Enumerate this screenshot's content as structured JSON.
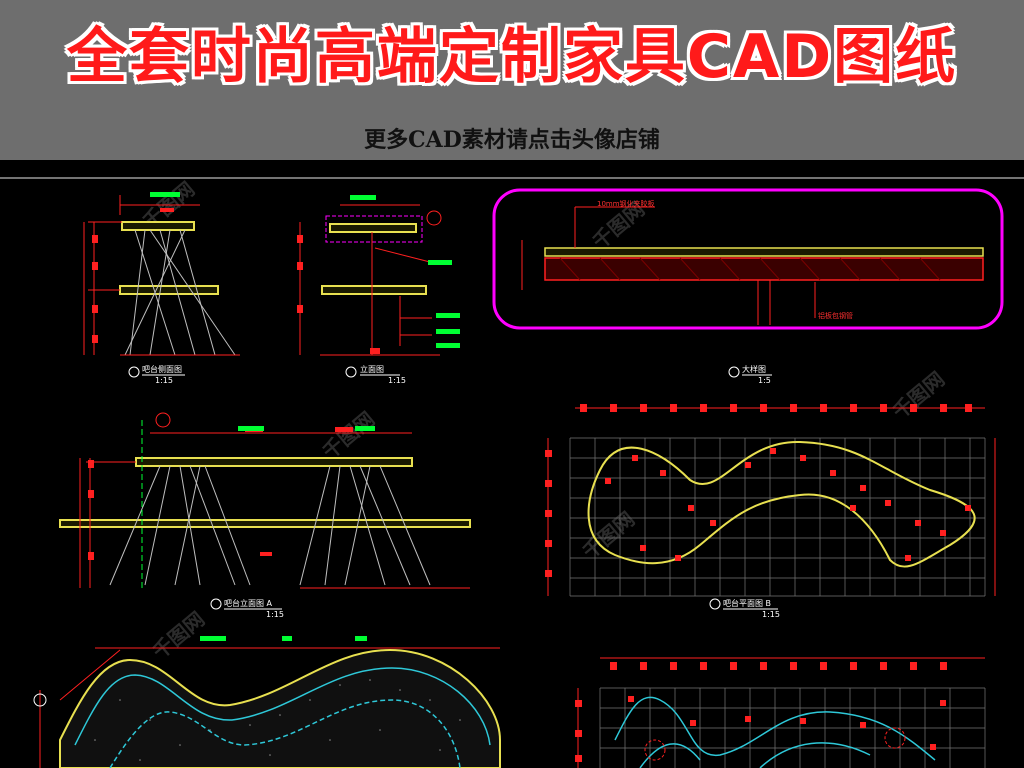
{
  "header": {
    "title": "全套时尚高端定制家具CAD图纸",
    "subtitle": "更多CAD素材请点击头像店铺"
  },
  "drawing": {
    "callout_material_1": "10mm钢化夹胶板",
    "callout_material_2": "铝板包钢管",
    "views": [
      {
        "title": "吧台侧面图",
        "scale": "1:15"
      },
      {
        "title": "立面图",
        "scale": "1:15"
      },
      {
        "title": "大样图",
        "scale": "1:5"
      },
      {
        "title": "吧台立面图 A",
        "scale": "1:15"
      },
      {
        "title": "吧台平面图 B",
        "scale": "1:15"
      }
    ]
  },
  "colors": {
    "banner_bg": "#6e6e6e",
    "title_red": "#ff1a1a",
    "cad_red": "#ff2020",
    "cad_yellow": "#e8e050",
    "cad_green": "#00ff33",
    "cad_magenta": "#ff00ff",
    "cad_cyan": "#2ec8d8",
    "cad_grey": "#9a9a9a"
  }
}
